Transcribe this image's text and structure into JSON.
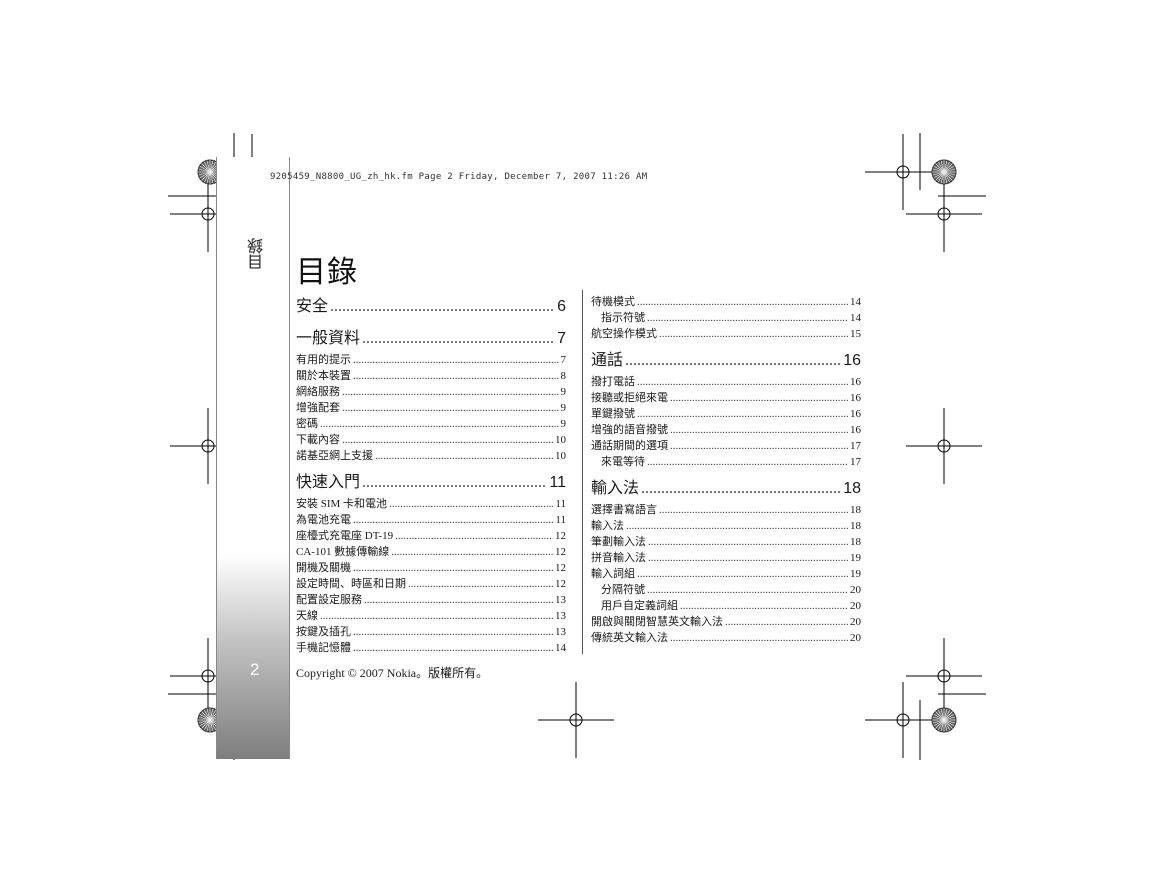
{
  "print_header": "9205459_N8800_UG_zh_hk.fm  Page 2  Friday, December 7, 2007  11:26 AM",
  "sidebar_tab": "目錄",
  "page_number": "2",
  "title": "目錄",
  "toc_left": [
    {
      "level": 1,
      "title": "安全",
      "page": "6"
    },
    {
      "level": 1,
      "title": "一般資料",
      "page": "7"
    },
    {
      "level": 2,
      "title": "有用的提示",
      "page": "7"
    },
    {
      "level": 2,
      "title": "關於本裝置",
      "page": "8"
    },
    {
      "level": 2,
      "title": "網絡服務",
      "page": "9"
    },
    {
      "level": 2,
      "title": "增強配套",
      "page": "9"
    },
    {
      "level": 2,
      "title": "密碼",
      "page": "9"
    },
    {
      "level": 2,
      "title": "下載內容",
      "page": "10"
    },
    {
      "level": 2,
      "title": "諾基亞網上支援",
      "page": "10"
    },
    {
      "level": 1,
      "title": "快速入門",
      "page": "11"
    },
    {
      "level": 2,
      "title": "安裝 SIM 卡和電池",
      "page": "11"
    },
    {
      "level": 2,
      "title": "為電池充電",
      "page": "11"
    },
    {
      "level": 2,
      "title": "座檯式充電座 DT-19",
      "page": "12"
    },
    {
      "level": 2,
      "title": "CA-101 數據傳輸線",
      "page": "12"
    },
    {
      "level": 2,
      "title": "開機及關機",
      "page": "12"
    },
    {
      "level": 2,
      "title": "設定時間、時區和日期",
      "page": "12"
    },
    {
      "level": 2,
      "title": "配置設定服務",
      "page": "13"
    },
    {
      "level": 2,
      "title": "天線",
      "page": "13"
    },
    {
      "level": 2,
      "title": "按鍵及插孔",
      "page": "13"
    },
    {
      "level": 2,
      "title": "手機記憶體",
      "page": "14"
    }
  ],
  "toc_right": [
    {
      "level": 2,
      "title": "待機模式",
      "page": "14"
    },
    {
      "level": 3,
      "title": "指示符號",
      "page": "14"
    },
    {
      "level": 2,
      "title": "航空操作模式",
      "page": "15"
    },
    {
      "level": 1,
      "title": "通話",
      "page": "16"
    },
    {
      "level": 2,
      "title": "撥打電話",
      "page": "16"
    },
    {
      "level": 2,
      "title": "接聽或拒絕來電",
      "page": "16"
    },
    {
      "level": 2,
      "title": "單鍵撥號",
      "page": "16"
    },
    {
      "level": 2,
      "title": "增強的語音撥號",
      "page": "16"
    },
    {
      "level": 2,
      "title": "通話期間的選項",
      "page": "17"
    },
    {
      "level": 3,
      "title": "來電等待",
      "page": "17"
    },
    {
      "level": 1,
      "title": "輸入法",
      "page": "18"
    },
    {
      "level": 2,
      "title": "選擇書寫語言",
      "page": "18"
    },
    {
      "level": 2,
      "title": "輸入法",
      "page": "18"
    },
    {
      "level": 2,
      "title": "筆劃輸入法",
      "page": "18"
    },
    {
      "level": 2,
      "title": "拼音輸入法",
      "page": "19"
    },
    {
      "level": 2,
      "title": "輸入詞組",
      "page": "19"
    },
    {
      "level": 3,
      "title": "分隔符號",
      "page": "20"
    },
    {
      "level": 3,
      "title": "用戶自定義詞組",
      "page": "20"
    },
    {
      "level": 2,
      "title": "開啟與關閉智慧英文輸入法",
      "page": "20"
    },
    {
      "level": 2,
      "title": "傳統英文輸入法",
      "page": "20"
    }
  ],
  "copyright": "Copyright © 2007 Nokia。版權所有。"
}
